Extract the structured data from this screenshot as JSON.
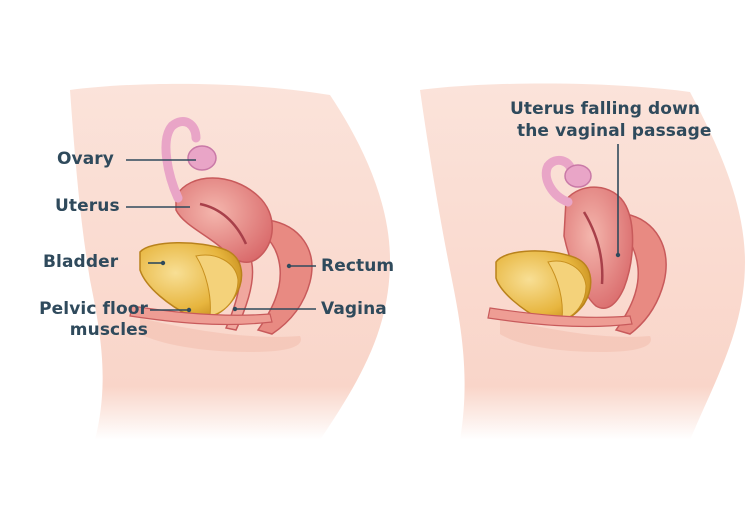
{
  "labels": {
    "ovary": "Ovary",
    "uterus": "Uterus",
    "bladder": "Bladder",
    "pelvic_floor_line1": "Pelvic floor",
    "pelvic_floor_line2": "muscles",
    "rectum": "Rectum",
    "vagina": "Vagina",
    "prolapse_line1": "Uterus falling down",
    "prolapse_line2": "the vaginal passage"
  },
  "colors": {
    "skin": "#f9d5c9",
    "skin_shadow": "#f3bfae",
    "muscle": "#e7877f",
    "muscle_dark": "#c85a5b",
    "muscle_light": "#f2aaa1",
    "bladder_outer": "#d9a42a",
    "bladder_inner": "#f4d27a",
    "ovary": "#e9a5c7",
    "ovary_dark": "#c979a7",
    "text": "#2f4a5c"
  }
}
